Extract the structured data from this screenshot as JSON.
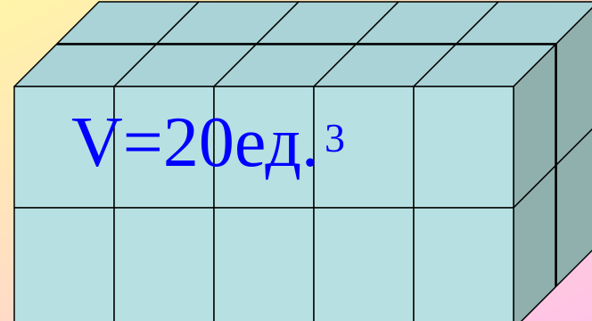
{
  "label": {
    "main": "V=20ед.",
    "exponent": "3"
  },
  "colors": {
    "background_top_left": "#fff4a8",
    "background_bottom_right": "#ffc2e6",
    "cube_front": "#b7e0e3",
    "cube_top": "#a9d3d6",
    "cube_side": "#8fb0ad",
    "edge": "#000000",
    "label": "#0000ff"
  },
  "cube_grid": {
    "columns": 5,
    "rows": 2,
    "layers": 2,
    "total_cubes": 20
  }
}
